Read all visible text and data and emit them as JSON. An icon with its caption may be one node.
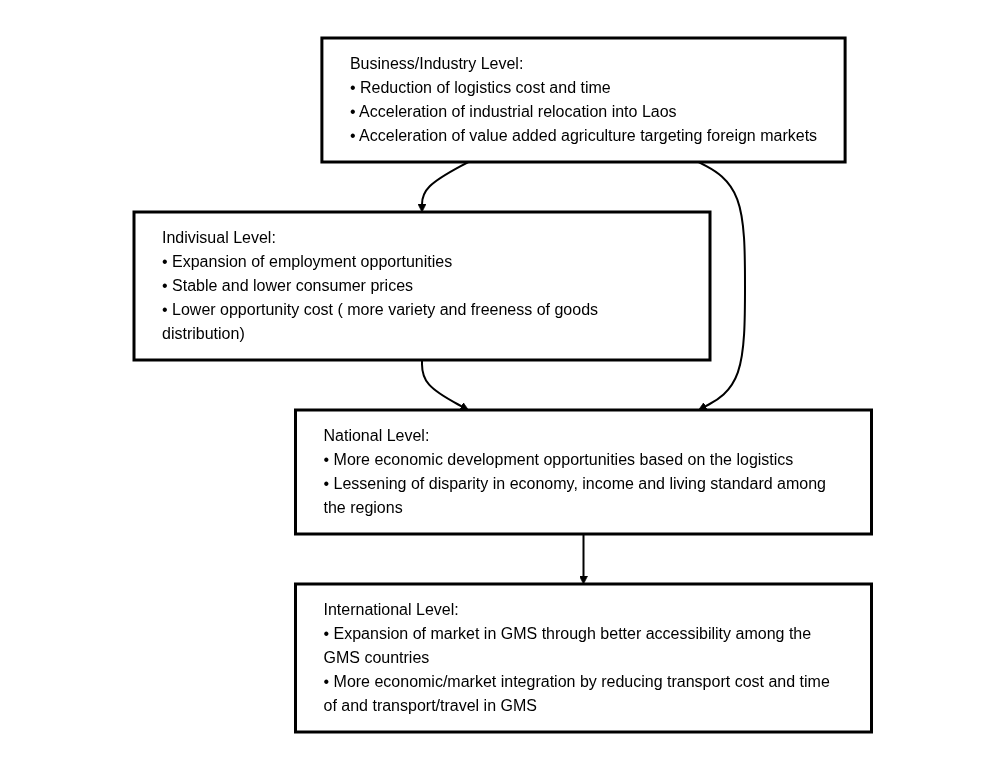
{
  "diagram": {
    "nodes": [
      {
        "text": [
          "Indivisual Level:",
          "• Expansion of employment opportunities",
          "• Stable and lower consumer prices",
          "• Lower opportunity cost ( more variety and freeness of goods distribution)"
        ]
      },
      {
        "text": [
          "Business/Industry Level:",
          "• Reduction of logistics cost and time",
          "• Acceleration of industrial relocation into Laos",
          "• Acceleration of value added agriculture targeting foreign markets"
        ]
      },
      {
        "text": [
          "National Level:",
          "• More economic development opportunities based on the logistics",
          "• Lessening of disparity in economy, income and living standard among the regions"
        ]
      },
      {
        "text": [
          "International Level:",
          "• Expansion of market in GMS through better accessibility among the GMS countries",
          "• More economic/market integration by reducing transport cost and time of and transport/travel in GMS"
        ]
      }
    ],
    "edges": [
      {
        "from": 1,
        "to": 0,
        "arrow": "to"
      },
      {
        "from": 0,
        "to": 2,
        "arrow": "to"
      },
      {
        "from": 1,
        "to": 2,
        "arrow": "to"
      },
      {
        "from": 2,
        "to": 3,
        "arrow": "to"
      }
    ]
  }
}
